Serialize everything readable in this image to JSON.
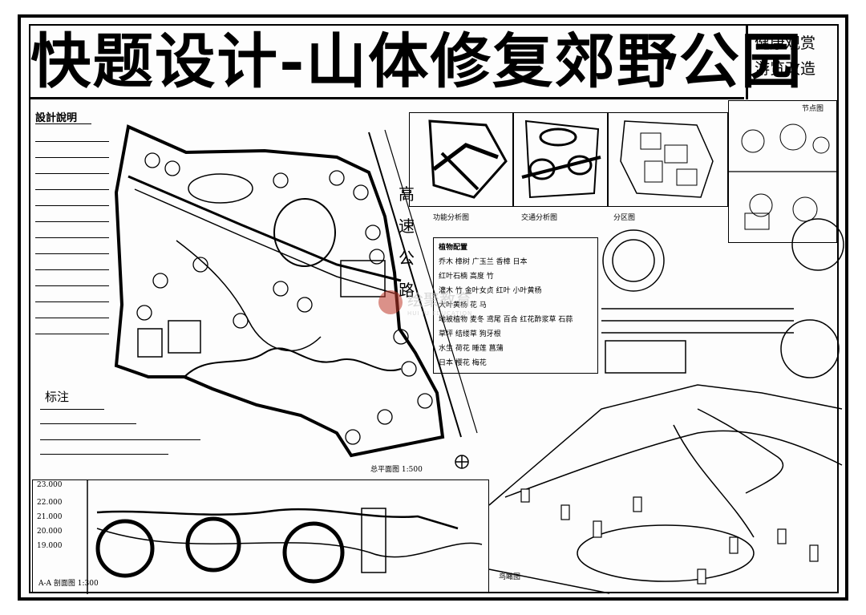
{
  "title": "快题设计-山体修复郊野公园",
  "subtitle_lines": [
    "健康观赏",
    "游览改造"
  ],
  "design_notes_label": "設計說明",
  "annotation_label": "标注",
  "road_label": [
    "高",
    "速",
    "公",
    "路"
  ],
  "plan_caption": "总平面图 1:500",
  "plan_labels": {
    "analysis_1": "功能分析图",
    "analysis_2": "交通分析图",
    "analysis_3": "分区图",
    "top_right": "节点图",
    "section": "A-A 剖面图 1:300",
    "perspective": "鸟瞰图"
  },
  "plant_list_title": "植物配置",
  "plant_list_lines": [
    "乔木 樟树 广玉兰 香樟 日本",
    "红叶石楠 高度 竹",
    "灌木 竹 金叶女贞 红叶 小叶黄杨",
    "大叶黄杨 花  马",
    "地被植物 麦冬 鸢尾 百合 红花酢浆草 石蒜",
    "草坪 结缕草 狗牙根",
    "水生 荷花 睡莲 菖蒲",
    "日本 樱花 梅花"
  ],
  "elevation_marks": [
    "23.000",
    "22.000",
    "21.000",
    "20.000",
    "19.000"
  ],
  "watermark": {
    "cn": "绘聚教育",
    "en": "HUI JU EDUCATION"
  }
}
